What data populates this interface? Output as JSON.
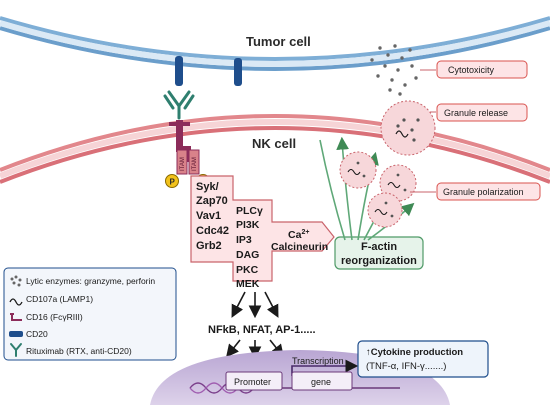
{
  "labels": {
    "tumor_cell": "Tumor cell",
    "nk_cell": "NK cell",
    "itam": "ITAM",
    "p": "P",
    "kinases": [
      "Syk/",
      "Zap70",
      "Vav1",
      "Cdc42",
      "Grb2"
    ],
    "mediators": [
      "PLCγ",
      "PI3K",
      "IP3",
      "DAG",
      "PKC",
      "MEK"
    ],
    "ca_base": "Ca",
    "ca_sup": "2+",
    "calcineurin": "Calcineurin",
    "factin_line1": "F-actin",
    "factin_line2": "reorganization",
    "transcription_factors": "NFkB, NFAT, AP-1.....",
    "promoter": "Promoter",
    "transcription": "Transcription",
    "gene": "gene",
    "cytokine_line1": "↑Cytokine production",
    "cytokine_line2": "(TNF-α, IFN-γ.......)"
  },
  "callouts": {
    "cytotoxicity": "Cytotoxicity",
    "granule_release": "Granule release",
    "granule_polarization": "Granule polarization"
  },
  "legend": {
    "lytic": "Lytic enzymes: granzyme, perforin",
    "cd107a": "CD107a (LAMP1)",
    "cd16": "CD16 (FcγRIII)",
    "cd20": "CD20",
    "rituximab": "Rituximab (RTX, anti-CD20)"
  },
  "colors": {
    "tumor_membrane": "#6b9ecb",
    "nk_membrane": "#e2878c",
    "pink_fill": "#fde4e6",
    "pink_stroke": "#c9636b",
    "green_fill": "#e6f3ea",
    "green_stroke": "#4f9a67",
    "navy": "#1f4e8c",
    "nucleus": "#c3b3d9",
    "p_badge": "#f2c21b"
  }
}
